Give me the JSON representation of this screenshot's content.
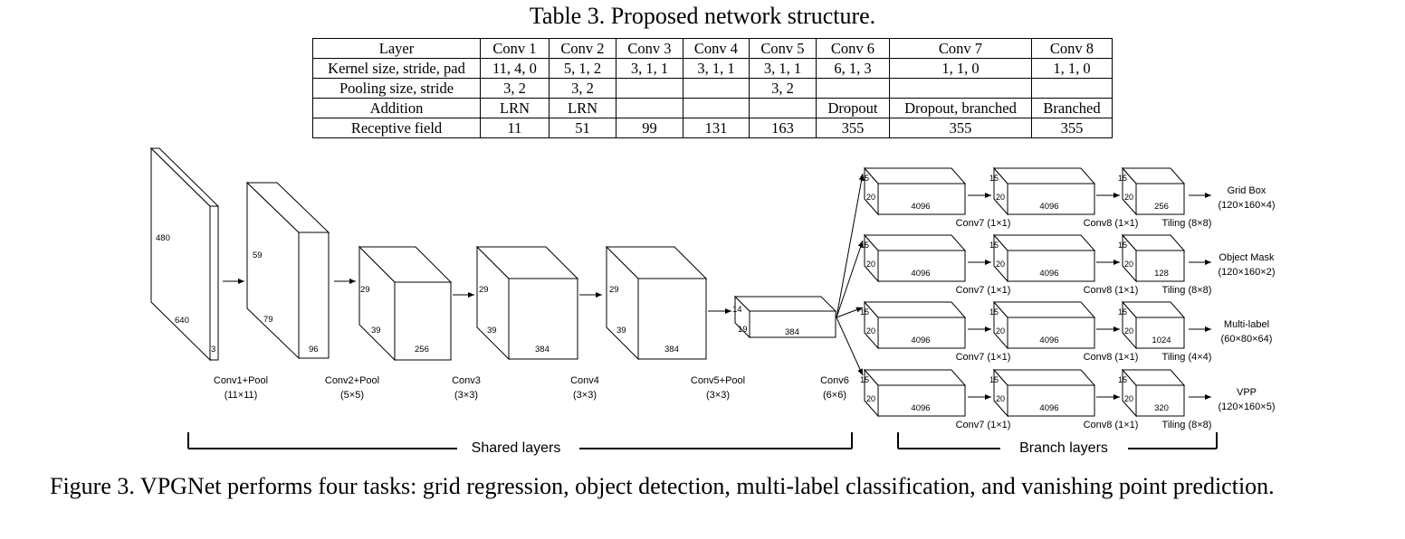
{
  "table": {
    "title": "Table 3. Proposed network structure.",
    "rows": [
      [
        "Layer",
        "Conv 1",
        "Conv 2",
        "Conv 3",
        "Conv 4",
        "Conv 5",
        "Conv 6",
        "Conv 7",
        "Conv 8"
      ],
      [
        "Kernel size, stride, pad",
        "11, 4, 0",
        "5, 1, 2",
        "3, 1, 1",
        "3, 1, 1",
        "3, 1, 1",
        "6, 1, 3",
        "1, 1, 0",
        "1, 1, 0"
      ],
      [
        "Pooling size, stride",
        "3, 2",
        "3, 2",
        "",
        "",
        "3, 2",
        "",
        "",
        ""
      ],
      [
        "Addition",
        "LRN",
        "LRN",
        "",
        "",
        "",
        "Dropout",
        "Dropout, branched",
        "Branched"
      ],
      [
        "Receptive field",
        "11",
        "51",
        "99",
        "131",
        "163",
        "355",
        "355",
        "355"
      ]
    ]
  },
  "diagram": {
    "shared_blocks": [
      {
        "dims": [
          "480",
          "640",
          "3"
        ],
        "label": [
          "Conv1+Pool",
          "(11×11)"
        ]
      },
      {
        "dims": [
          "59",
          "79",
          "96"
        ],
        "label": [
          "Conv2+Pool",
          "(5×5)"
        ]
      },
      {
        "dims": [
          "29",
          "39",
          "256"
        ],
        "label": [
          "Conv3",
          "(3×3)"
        ]
      },
      {
        "dims": [
          "29",
          "39",
          "384"
        ],
        "label": [
          "Conv4",
          "(3×3)"
        ]
      },
      {
        "dims": [
          "29",
          "39",
          "384"
        ],
        "label": [
          "Conv5+Pool",
          "(3×3)"
        ]
      },
      {
        "dims": [
          "14",
          "19",
          "384"
        ],
        "label": [
          "Conv6",
          "(6×6)"
        ]
      }
    ],
    "branches": [
      {
        "conv7": {
          "dims": [
            "15",
            "20",
            "4096"
          ],
          "label": "Conv7 (1×1)"
        },
        "conv8": {
          "dims": [
            "15",
            "20",
            "4096"
          ],
          "label": "Conv8 (1×1)"
        },
        "tiling": {
          "dims": [
            "15",
            "20",
            "256"
          ],
          "label": "Tiling (8×8)"
        },
        "output": [
          "Grid Box",
          "(120×160×4)"
        ]
      },
      {
        "conv7": {
          "dims": [
            "15",
            "20",
            "4096"
          ],
          "label": "Conv7 (1×1)"
        },
        "conv8": {
          "dims": [
            "15",
            "20",
            "4096"
          ],
          "label": "Conv8 (1×1)"
        },
        "tiling": {
          "dims": [
            "15",
            "20",
            "128"
          ],
          "label": "Tiling (8×8)"
        },
        "output": [
          "Object Mask",
          "(120×160×2)"
        ]
      },
      {
        "conv7": {
          "dims": [
            "15",
            "20",
            "4096"
          ],
          "label": "Conv7 (1×1)"
        },
        "conv8": {
          "dims": [
            "15",
            "20",
            "4096"
          ],
          "label": "Conv8 (1×1)"
        },
        "tiling": {
          "dims": [
            "15",
            "20",
            "1024"
          ],
          "label": "Tiling (4×4)"
        },
        "output": [
          "Multi-label",
          "(60×80×64)"
        ]
      },
      {
        "conv7": {
          "dims": [
            "15",
            "20",
            "4096"
          ],
          "label": "Conv7 (1×1)"
        },
        "conv8": {
          "dims": [
            "15",
            "20",
            "4096"
          ],
          "label": "Conv8 (1×1)"
        },
        "tiling": {
          "dims": [
            "15",
            "20",
            "320"
          ],
          "label": "Tiling (8×8)"
        },
        "output": [
          "VPP",
          "(120×160×5)"
        ]
      }
    ],
    "shared_label": "Shared layers",
    "branch_label": "Branch layers"
  },
  "caption": "Figure 3.  VPGNet performs four tasks: grid regression, object detection, multi-label classification, and vanishing point prediction."
}
